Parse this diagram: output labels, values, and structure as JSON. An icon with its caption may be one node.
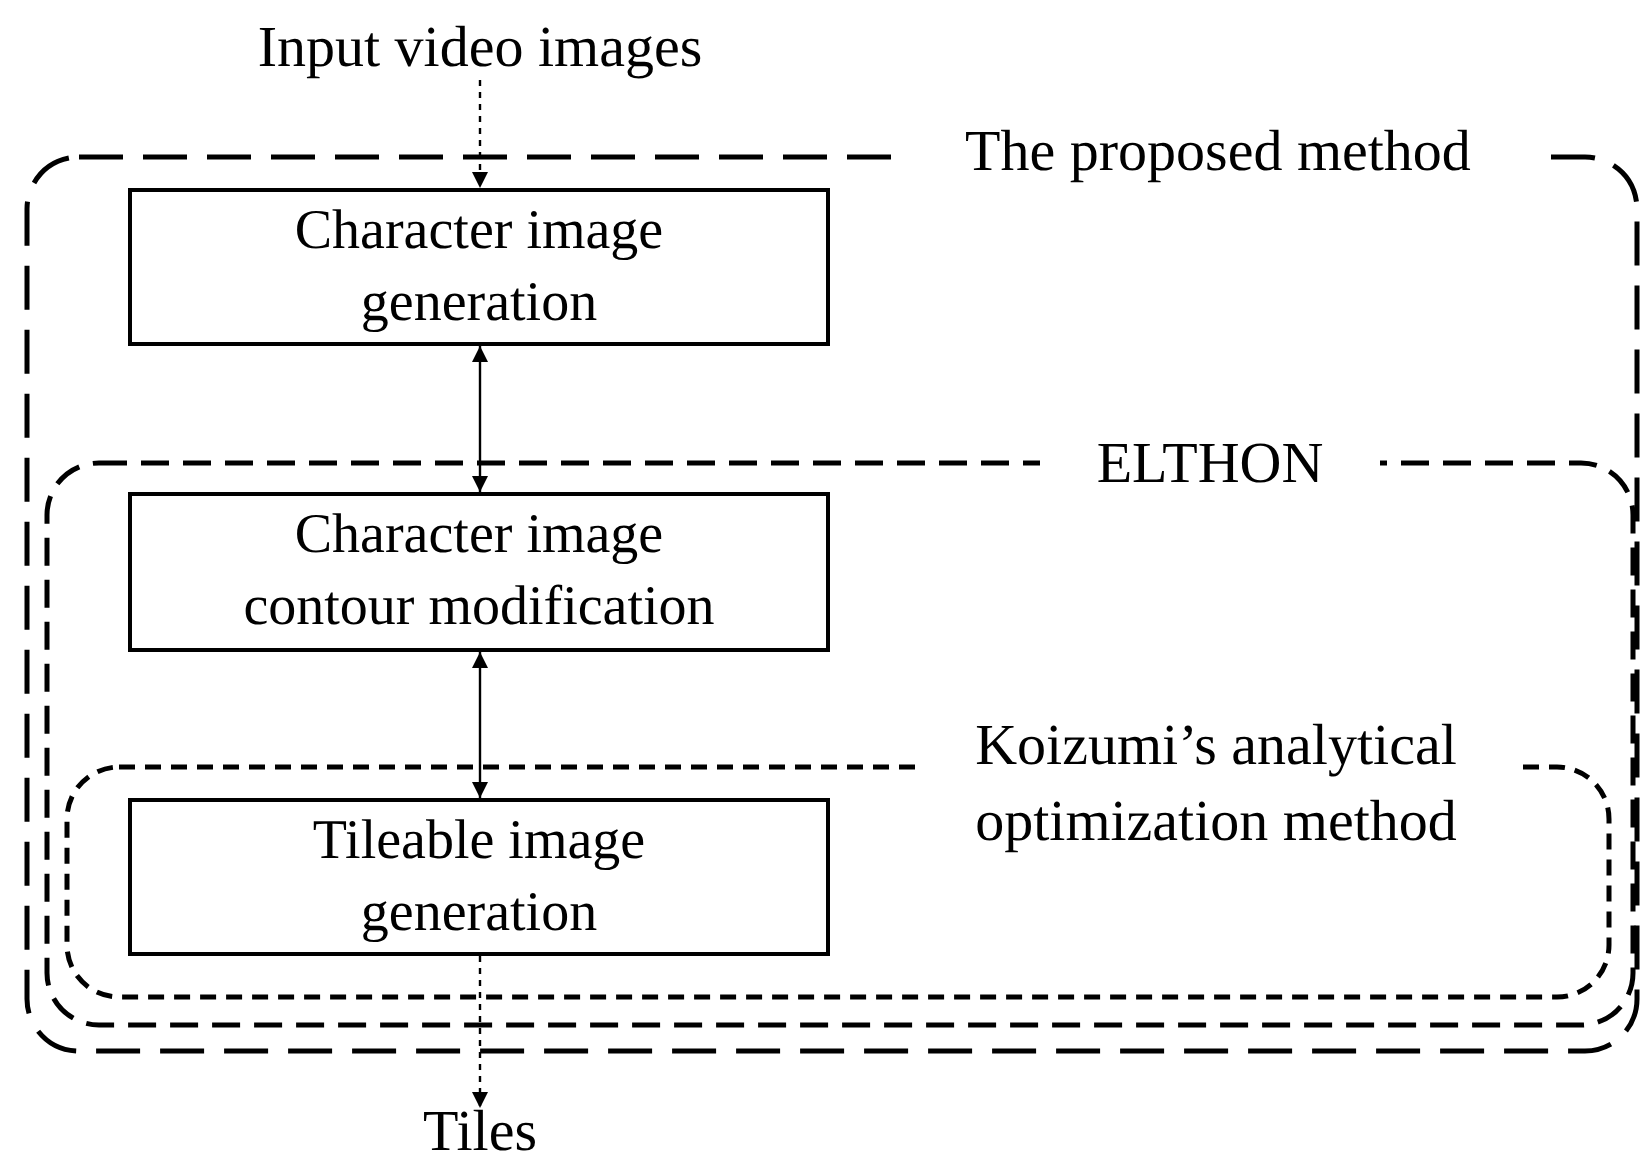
{
  "diagram": {
    "nodes": [
      {
        "text": [
          "Input video images"
        ]
      },
      {
        "text": [
          "The proposed method"
        ]
      },
      {
        "text": [
          "Character image generation"
        ],
        "in": 1
      },
      {
        "text": [
          "ELTHON"
        ],
        "in": 1
      },
      {
        "text": [
          "Character image contour modification"
        ],
        "in": 3
      },
      {
        "text": [
          "Koizumi’s analytical optimization method"
        ],
        "in": 3
      },
      {
        "text": [
          "Tileable image generation"
        ],
        "in": 5
      },
      {
        "text": [
          "Tiles"
        ]
      }
    ],
    "edges": [
      {
        "from": 0,
        "to": 2,
        "arrow": "to",
        "style": "dashed"
      },
      {
        "from": 2,
        "to": 4,
        "arrow": "both"
      },
      {
        "from": 4,
        "to": 6,
        "arrow": "both"
      },
      {
        "from": 6,
        "to": 7,
        "arrow": "to",
        "style": "dashed"
      }
    ]
  }
}
